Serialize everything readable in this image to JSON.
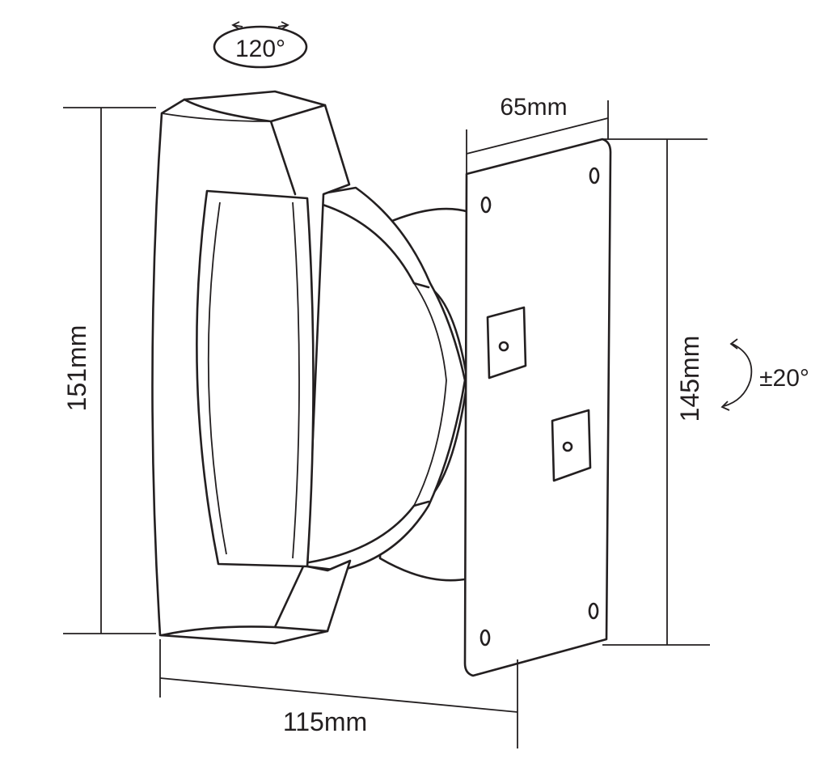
{
  "title": "Speaker wall mount dimension drawing",
  "dimensions": {
    "swivel": "120°",
    "plate_width": "65mm",
    "overall_height": "151mm",
    "plate_height": "145mm",
    "tilt": "±20°",
    "depth": "115mm"
  },
  "colors": {
    "line": "#231f20",
    "background": "#ffffff"
  }
}
